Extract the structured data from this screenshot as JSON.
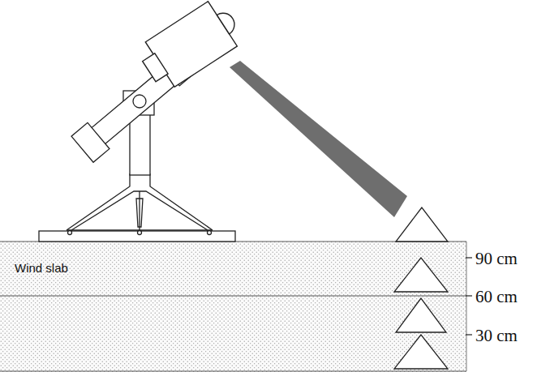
{
  "diagram": {
    "labels": [
      "Wind slab",
      "90 cm",
      "60 cm",
      "30 cm"
    ]
  }
}
